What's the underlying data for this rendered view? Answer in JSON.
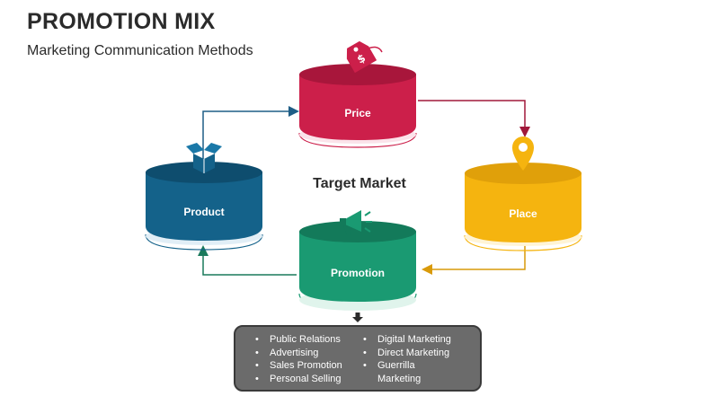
{
  "header": {
    "title": "PROMOTION MIX",
    "subtitle": "Marketing Communication Methods"
  },
  "center_label": "Target Market",
  "cylinders": [
    {
      "key": "price",
      "label": "Price",
      "color": "#cc1f4a",
      "icon": "price-tag-icon"
    },
    {
      "key": "place",
      "label": "Place",
      "color": "#f5b40f",
      "icon": "location-pin-icon"
    },
    {
      "key": "promotion",
      "label": "Promotion",
      "color": "#1a9a72",
      "icon": "megaphone-icon"
    },
    {
      "key": "product",
      "label": "Product",
      "color": "#14628a",
      "icon": "open-box-icon"
    }
  ],
  "arrow_color": "#1f5e86",
  "promotion_tools": {
    "column1": [
      "Public Relations",
      "Advertising",
      "Sales Promotion",
      "Personal Selling"
    ],
    "column2": [
      "Digital Marketing",
      "Direct Marketing",
      "Guerrilla Marketing"
    ]
  }
}
